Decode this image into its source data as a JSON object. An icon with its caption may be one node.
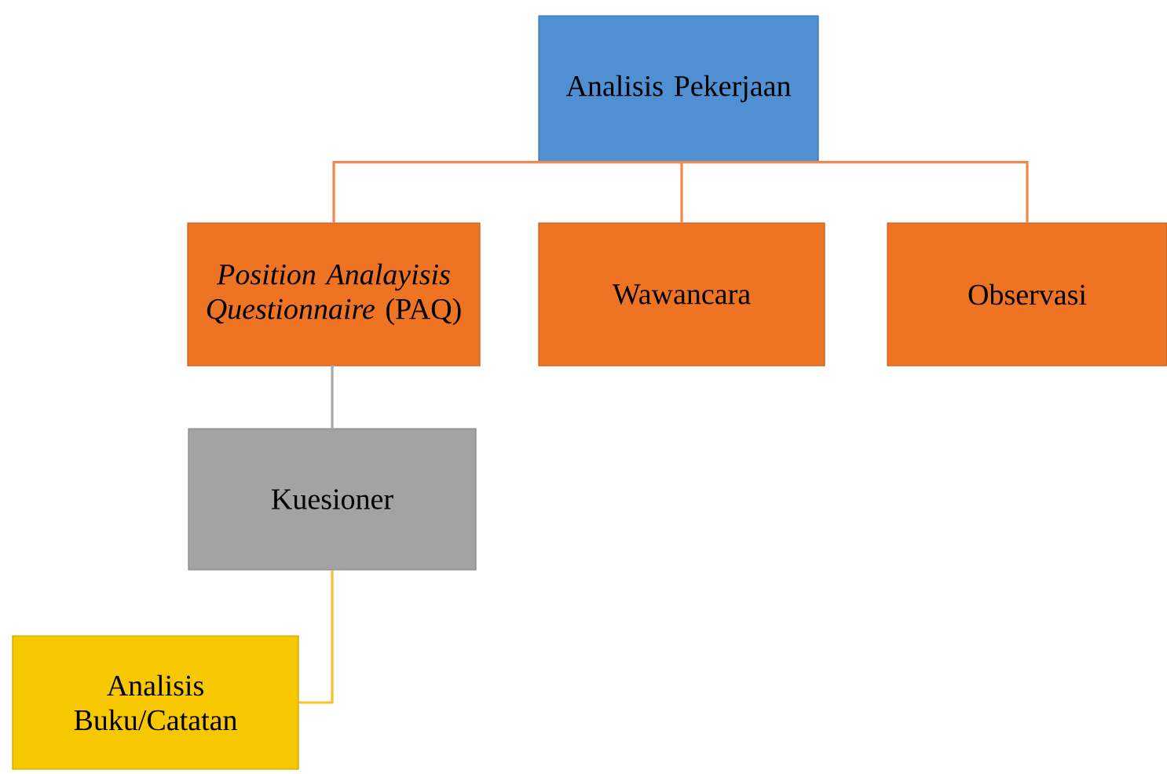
{
  "diagram": {
    "nodes": [
      {
        "text": [
          "Analisis Pekerjaan"
        ]
      },
      {
        "text": [
          "*Position Analayisis Questionnaire* (PAQ)"
        ]
      },
      {
        "text": [
          "Wawancara"
        ]
      },
      {
        "text": [
          "Observasi"
        ]
      },
      {
        "text": [
          "Kuesioner"
        ]
      },
      {
        "text": [
          "Analisis Buku/Catatan"
        ]
      }
    ],
    "edges": [
      {
        "from": 0,
        "to": 1,
        "arrow": "none"
      },
      {
        "from": 0,
        "to": 2,
        "arrow": "none"
      },
      {
        "from": 0,
        "to": 3,
        "arrow": "none"
      },
      {
        "from": 1,
        "to": 4,
        "arrow": "none",
        "color": "#a8a8a8"
      },
      {
        "from": 4,
        "to": 5,
        "arrow": "none",
        "color": "#f5c42c"
      }
    ]
  }
}
